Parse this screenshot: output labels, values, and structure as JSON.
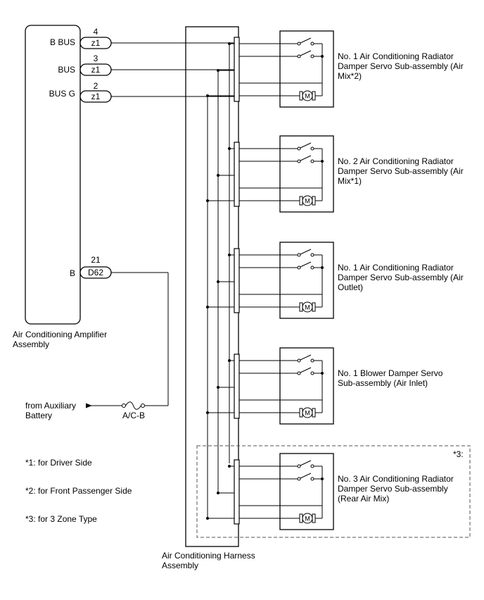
{
  "amplifier": {
    "name_line1": "Air Conditioning Amplifier",
    "name_line2": "Assembly",
    "pins": [
      {
        "label": "B BUS",
        "pin": "4",
        "connector": "z1"
      },
      {
        "label": "BUS",
        "pin": "3",
        "connector": "z1"
      },
      {
        "label": "BUS G",
        "pin": "2",
        "connector": "z1"
      },
      {
        "label": "B",
        "pin": "21",
        "connector": "D62"
      }
    ]
  },
  "harness": {
    "name_line1": "Air Conditioning Harness",
    "name_line2": "Assembly"
  },
  "servos": [
    {
      "line1": "No. 1 Air Conditioning Radiator",
      "line2": "Damper Servo Sub-assembly (Air",
      "line3": "Mix*2)",
      "motor": "M"
    },
    {
      "line1": "No. 2 Air Conditioning Radiator",
      "line2": "Damper Servo Sub-assembly (Air",
      "line3": "Mix*1)",
      "motor": "M"
    },
    {
      "line1": "No. 1 Air Conditioning Radiator",
      "line2": "Damper Servo Sub-assembly (Air",
      "line3": "Outlet)",
      "motor": "M"
    },
    {
      "line1": "No. 1 Blower Damper Servo",
      "line2": "Sub-assembly (Air Inlet)",
      "line3": "",
      "motor": "M"
    },
    {
      "line1": "No. 3 Air Conditioning Radiator",
      "line2": "Damper Servo Sub-assembly",
      "line3": "(Rear Air Mix)",
      "motor": "M"
    }
  ],
  "zone_marker": "*3:",
  "power": {
    "source_line1": "from Auxiliary",
    "source_line2": "Battery",
    "fuse": "A/C-B"
  },
  "notes": [
    "*1: for Driver Side",
    "*2: for Front Passenger Side",
    "*3: for 3 Zone Type"
  ]
}
